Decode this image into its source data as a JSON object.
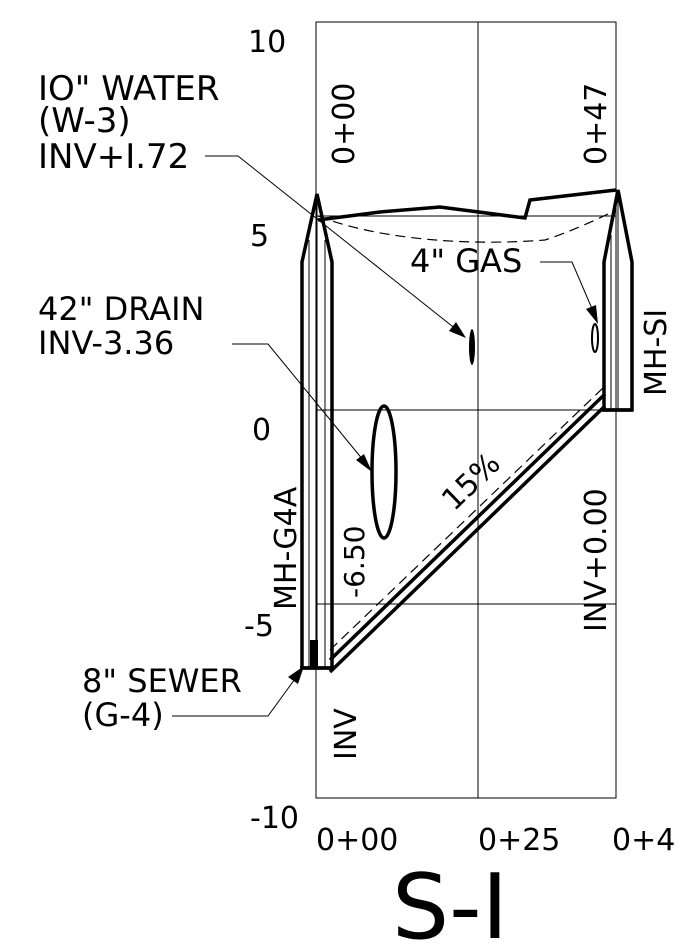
{
  "profile": {
    "title": "S-I",
    "y_axis_ticks": [
      "10",
      "5",
      "0",
      "-5",
      "-10"
    ],
    "x_axis_ticks": [
      "0+00",
      "0+25",
      "0+4"
    ],
    "station_start_label": "0+00",
    "station_end_label": "0+47",
    "manhole_left": "MH-G4A",
    "manhole_right": "MH-SI",
    "left_invert": "-6.50",
    "left_invert_tag": "INV",
    "right_invert": "INV+0.00",
    "slope": "15%"
  },
  "callouts": {
    "water_line1": "IO\" WATER",
    "water_line2": "(W-3)",
    "water_line3": "INV+I.72",
    "gas": "4\" GAS",
    "drain_line1": "42\" DRAIN",
    "drain_line2": "INV-3.36",
    "sewer_line1": "8\" SEWER",
    "sewer_line2": "(G-4)"
  }
}
